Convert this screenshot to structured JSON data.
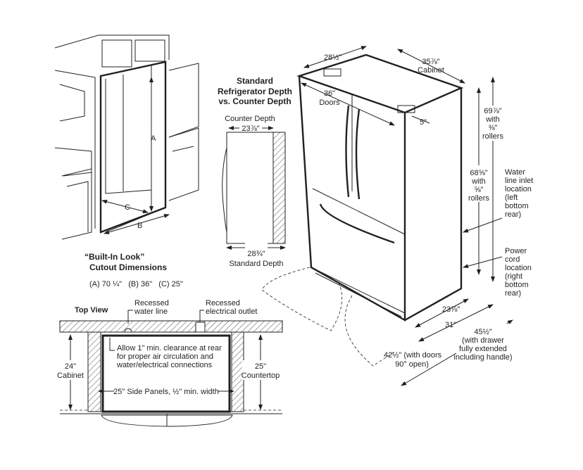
{
  "kitchen_view": {
    "label_a": "A",
    "label_b": "B",
    "label_c": "C",
    "title_line1": "“Built-In Look”",
    "title_line2": "Cutout Dimensions",
    "dimensions": "(A) 70 ¼\"   (B) 36\"   (C) 25\""
  },
  "depth_comparison": {
    "title_line1": "Standard",
    "title_line2": "Refrigerator Depth",
    "title_line3": "vs. Counter Depth",
    "counter_depth_label": "Counter Depth",
    "counter_depth_value": "23⅞\"",
    "standard_depth_value": "28¾\"",
    "standard_depth_label": "Standard Depth"
  },
  "refrigerator": {
    "width": "28½\"",
    "cabinet_depth": "35⅞\"",
    "cabinet_label": "Cabinet",
    "doors_width": "36\"",
    "doors_label": "Doors",
    "hinge_offset": "5\"",
    "height_with_rollers_1": "69⅞\"",
    "height_with_rollers_1_sub": [
      "with",
      "⅜\"",
      "rollers"
    ],
    "height_with_rollers_2": "68⅝\"",
    "height_with_rollers_2_sub": [
      "with",
      "⅝\"",
      "rollers"
    ],
    "water_line": [
      "Water",
      "line inlet",
      "location",
      "(left",
      "bottom",
      "rear)"
    ],
    "power_cord": [
      "Power",
      "cord",
      "location",
      "(right",
      "bottom",
      "rear)"
    ],
    "depth_cabinet": "23⅞\"",
    "depth_doors": "31\"",
    "depth_drawer": "45½\"",
    "depth_drawer_note": [
      "(with drawer",
      "fully extended",
      "including handle)"
    ],
    "depth_doors_open": "42½\" (with doors",
    "depth_doors_open_note": "90° open)"
  },
  "top_view": {
    "title": "Top View",
    "water_line": [
      "Recessed",
      "water line"
    ],
    "electrical_outlet": [
      "Recessed",
      "electrical outlet"
    ],
    "clearance_note": [
      "Allow 1\" min. clearance at rear",
      "for proper air circulation and",
      "water/electrical connections"
    ],
    "cabinet_depth": "24\"",
    "cabinet_label": "Cabinet",
    "countertop_depth": "25\"",
    "countertop_label": "Countertop",
    "side_panels": "25\" Side Panels, ½\" min. width"
  }
}
